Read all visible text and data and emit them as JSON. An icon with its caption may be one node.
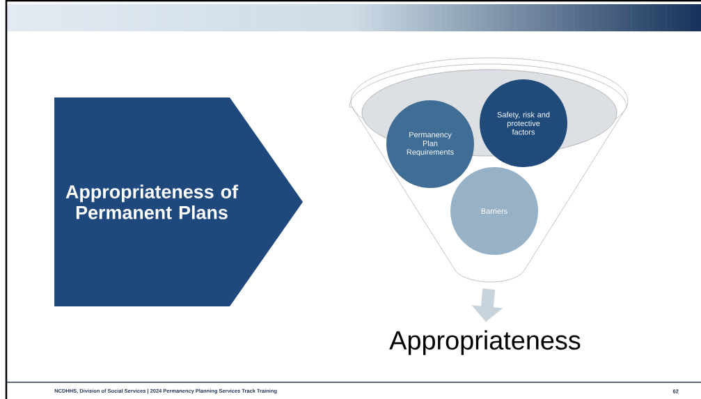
{
  "diagram": {
    "nodes": [
      {
        "text": [
          "Appropriateness of Permanent Plans"
        ]
      },
      {
        "text": [],
        "shape": "funnel"
      },
      {
        "text": [
          "Permanency Plan Requirements"
        ],
        "in": 1
      },
      {
        "text": [
          "Safety, risk and protective factors"
        ],
        "in": 1
      },
      {
        "text": [
          "Barriers"
        ],
        "in": 1
      },
      {
        "text": [
          "Appropriateness"
        ]
      }
    ],
    "edges": [
      {
        "from": 1,
        "to": 5,
        "arrow": "to"
      }
    ],
    "labels": [
      "NCDHHS, Division of Social Services | 2024 Permanency Planning Services Track Training",
      "62"
    ]
  }
}
